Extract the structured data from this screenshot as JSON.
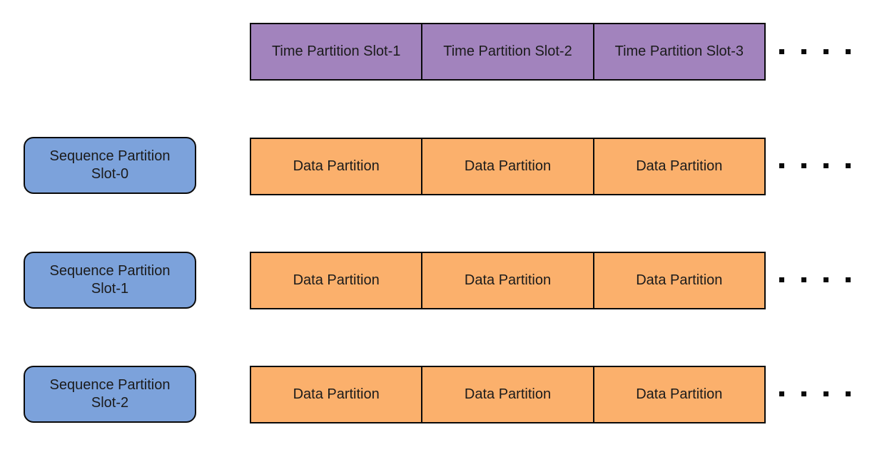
{
  "colors": {
    "background": "#ffffff",
    "border": "#0a0a0a",
    "text": "#1b1b1b",
    "time_slot_fill": "#a283bd",
    "sequence_slot_fill": "#7ca2db",
    "data_cell_fill": "#fbb06c"
  },
  "time_partition_row": {
    "slots": [
      "Time Partition Slot-1",
      "Time Partition Slot-2",
      "Time Partition Slot-3"
    ],
    "ellipsis_dots": 4
  },
  "sequence_partition_rows": [
    {
      "label": "Sequence Partition Slot-0",
      "data_cells": [
        "Data Partition",
        "Data Partition",
        "Data Partition"
      ],
      "ellipsis_dots": 4
    },
    {
      "label": "Sequence Partition Slot-1",
      "data_cells": [
        "Data Partition",
        "Data Partition",
        "Data Partition"
      ],
      "ellipsis_dots": 4
    },
    {
      "label": "Sequence Partition Slot-2",
      "data_cells": [
        "Data Partition",
        "Data Partition",
        "Data Partition"
      ],
      "ellipsis_dots": 4
    }
  ]
}
